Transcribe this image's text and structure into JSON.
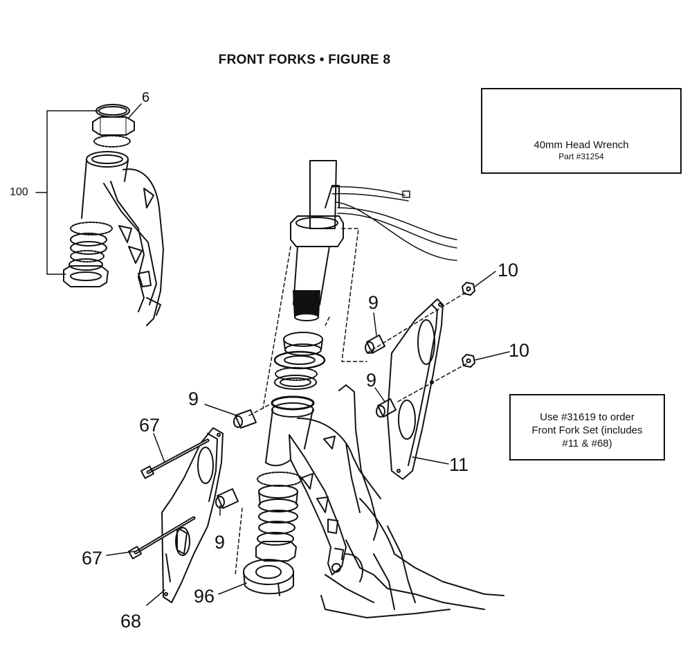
{
  "title": "FRONT FORKS  •  FIGURE 8",
  "wrench_box": {
    "name": "40mm Head Wrench",
    "part": "Part #31254",
    "icon": "wrench-icon"
  },
  "order_box": {
    "lines": [
      "Use #31619 to order",
      "Front Fork Set (includes",
      "#11 & #68)"
    ]
  },
  "callouts": {
    "c100": "100",
    "c6": "6",
    "c10a": "10",
    "c10b": "10",
    "c9a": "9",
    "c9b": "9",
    "c9c": "9",
    "c9d": "9",
    "c11": "11",
    "c67a": "67",
    "c67b": "67",
    "c68": "68",
    "c96": "96"
  }
}
